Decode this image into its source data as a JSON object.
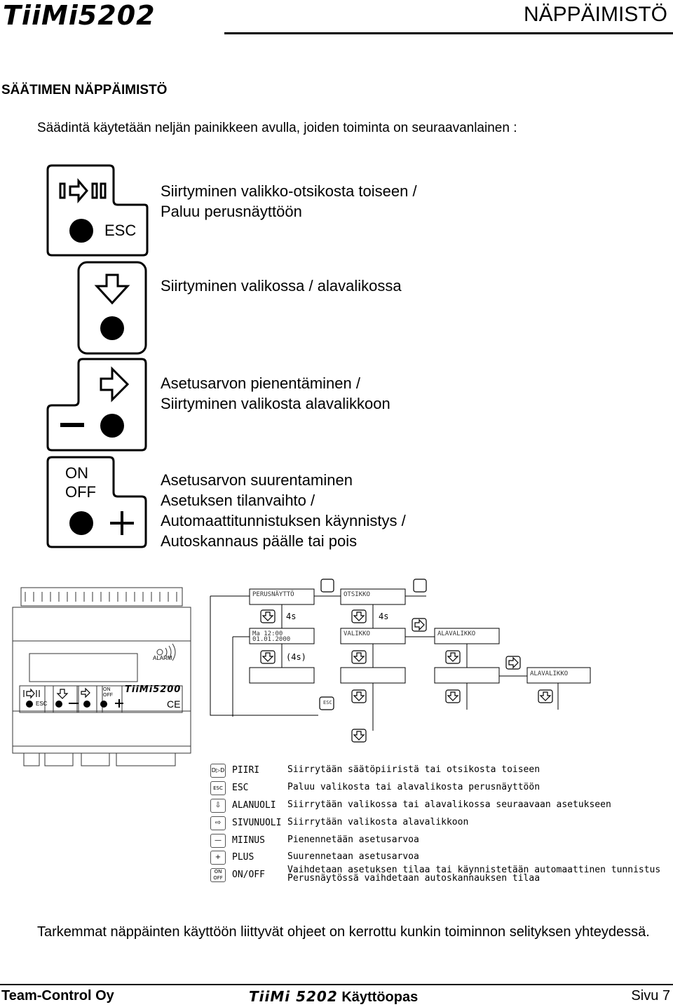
{
  "header": {
    "logo": "TiiMi5202",
    "title": "NÄPPÄIMISTÖ"
  },
  "section_title": "SÄÄTIMEN NÄPPÄIMISTÖ",
  "intro": "Säädintä käytetään neljän painikkeen avulla, joiden toiminta on seuraavanlainen :",
  "keys": [
    {
      "label": "ESC",
      "lines": [
        "Siirtyminen valikko-otsikosta toiseen /",
        "Paluu perusnäyttöön"
      ]
    },
    {
      "label": "",
      "lines": [
        "Siirtyminen valikossa / alavalikossa"
      ]
    },
    {
      "label": "",
      "lines": [
        "Asetusarvon pienentäminen /",
        "Siirtyminen valikosta alavalikkoon"
      ]
    },
    {
      "label_on": "ON",
      "label_off": "OFF",
      "lines": [
        "Asetusarvon suurentaminen",
        "Asetuksen tilanvaihto /",
        "Automaattitunnistuksen käynnistys /",
        "Autoskannaus päälle tai pois"
      ]
    }
  ],
  "device": {
    "alarm": "ALARM",
    "esc": "ESC",
    "on": "ON",
    "off": "OFF",
    "brand": "TiiMi5200",
    "ce": "CE"
  },
  "flow": {
    "perusnaytto": "PERUSNÄYTTÖ",
    "otsikko": "OTSIKKO",
    "hold1": "4s",
    "hold2": "4s",
    "hold3": "(4s)",
    "date_line1": "Ma 12:00",
    "date_line2": "01.01.2000",
    "valikko": "VALIKKO",
    "alavalikko1": "ALAVALIKKO",
    "alavalikko2": "ALAVALIKKO",
    "esc": "ESC"
  },
  "legend": [
    {
      "icon": "D▷D",
      "name": "PIIRI",
      "desc": [
        "Siirrytään säätöpiiristä tai otsikosta toiseen"
      ]
    },
    {
      "icon": "ESC",
      "name": "ESC",
      "desc": [
        "Paluu valikosta tai alavalikosta perusnäyttöön"
      ]
    },
    {
      "icon": "⇩",
      "name": "ALANUOLI",
      "desc": [
        "Siirrytään valikossa tai alavalikossa seuraavaan asetukseen"
      ]
    },
    {
      "icon": "⇨",
      "name": "SIVUNUOLI",
      "desc": [
        "Siirrytään valikosta alavalikkoon"
      ]
    },
    {
      "icon": "—",
      "name": "MIINUS",
      "desc": [
        "Pienennetään asetusarvoa"
      ]
    },
    {
      "icon": "+",
      "name": "PLUS",
      "desc": [
        "Suurennetaan asetusarvoa"
      ]
    },
    {
      "icon": "ON OFF",
      "name": "ON/OFF",
      "desc": [
        "Vaihdetaan asetuksen tilaa tai käynnistetään automaattinen tunnistus",
        "Perusnäytössä vaihdetaan autoskannauksen tilaa"
      ]
    }
  ],
  "footer_note": "Tarkemmat näppäinten käyttöön liittyvät ohjeet on kerrottu kunkin toiminnon selityksen yhteydessä.",
  "footer": {
    "company": "Team-Control Oy",
    "manual_brand": "TiiMi 5202",
    "manual_word": "Käyttöopas",
    "page": "Sivu 7"
  }
}
